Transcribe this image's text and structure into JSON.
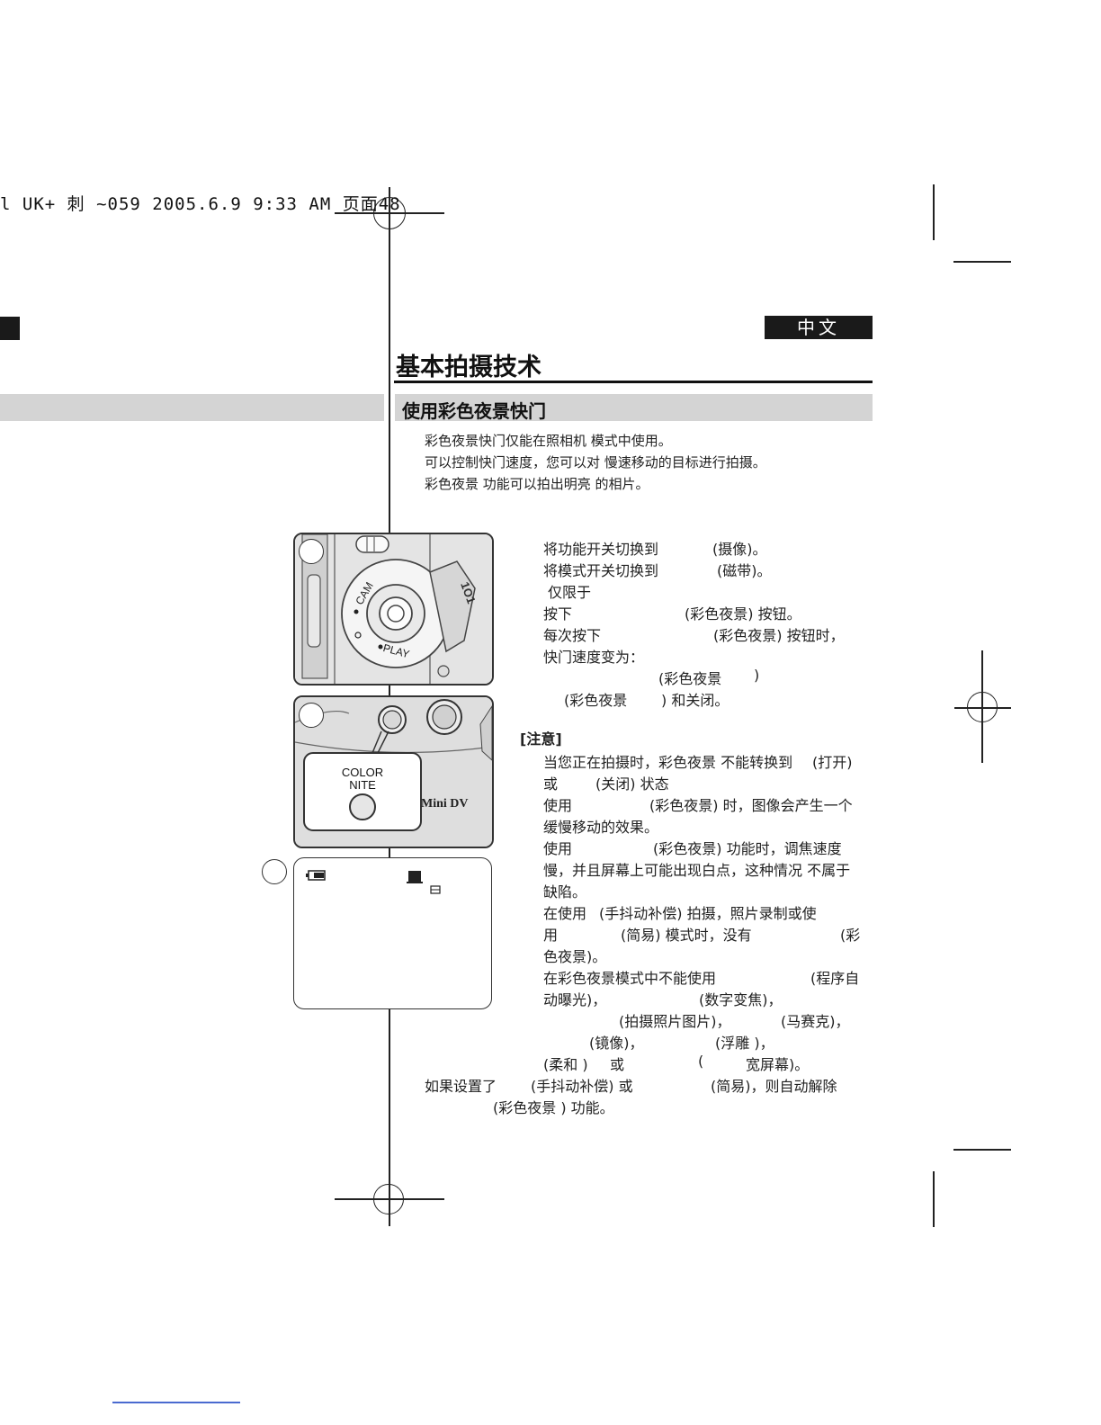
{
  "print_slug": "l UK+ 刺 ~059  2005.6.9 9:33 AM  页面48",
  "language_tab": "中文",
  "page_title": "基本拍摄技术",
  "section_title": "使用彩色夜景快门",
  "intro": [
    "彩色夜景快门仅能在照相机 模式中使用。",
    "可以控制快门速度，您可以对 慢速移动的目标进行拍摄。",
    "彩色夜景 功能可以拍出明亮 的相片。"
  ],
  "steps": [
    {
      "a": "将功能开关切换到",
      "b": "(摄像)。"
    },
    {
      "a": "将模式开关切换到",
      "b": "(磁带)。"
    },
    {
      "a": "仅限于",
      "b": ""
    },
    {
      "a": "按下",
      "b": "(彩色夜景) 按钮。"
    },
    {
      "a": "每次按下",
      "b": "(彩色夜景) 按钮时，"
    },
    {
      "a": "快门速度变为：",
      "b": ""
    },
    {
      "a": "(彩色夜景",
      "b": ")"
    },
    {
      "a": "(彩色夜景",
      "b": ") 和关闭。"
    }
  ],
  "note_heading": "[注意]",
  "notes": [
    [
      "当您正在拍摄时，彩色夜景 不能转换到",
      "(打开)"
    ],
    [
      "或",
      "(关闭) 状态"
    ],
    [
      "使用",
      "(彩色夜景) 时，图像会产生一个"
    ],
    [
      "缓慢移动的效果。",
      ""
    ],
    [
      "使用",
      "(彩色夜景) 功能时，调焦速度"
    ],
    [
      "慢，并且屏幕上可能出现白点，这种情况 不属于",
      ""
    ],
    [
      "缺陷。",
      ""
    ],
    [
      "在使用",
      "(手抖动补偿) 拍摄，照片录制或使"
    ],
    [
      "用",
      "(简易) 模式时，没有",
      "(彩"
    ],
    [
      "色夜景)。",
      ""
    ],
    [
      "在彩色夜景模式中不能使用",
      "(程序自"
    ],
    [
      "动曝光)，",
      "(数字变焦)，"
    ],
    [
      "(拍摄照片图片)，",
      "(马赛克)，"
    ],
    [
      "(镜像)，",
      "(浮雕 )，"
    ],
    [
      "(柔和 )",
      "或",
      "(",
      "宽屏幕)。"
    ]
  ],
  "final_note": [
    "如果设置了",
    "(手抖动补偿) 或",
    "(简易)，则自动解除",
    "(彩色夜景 ) 功能。"
  ],
  "figure": {
    "dial_cam": "CAM",
    "dial_play": "PLAY",
    "button_label_1": "COLOR",
    "button_label_2": "NITE",
    "logo": "Mini DV"
  }
}
